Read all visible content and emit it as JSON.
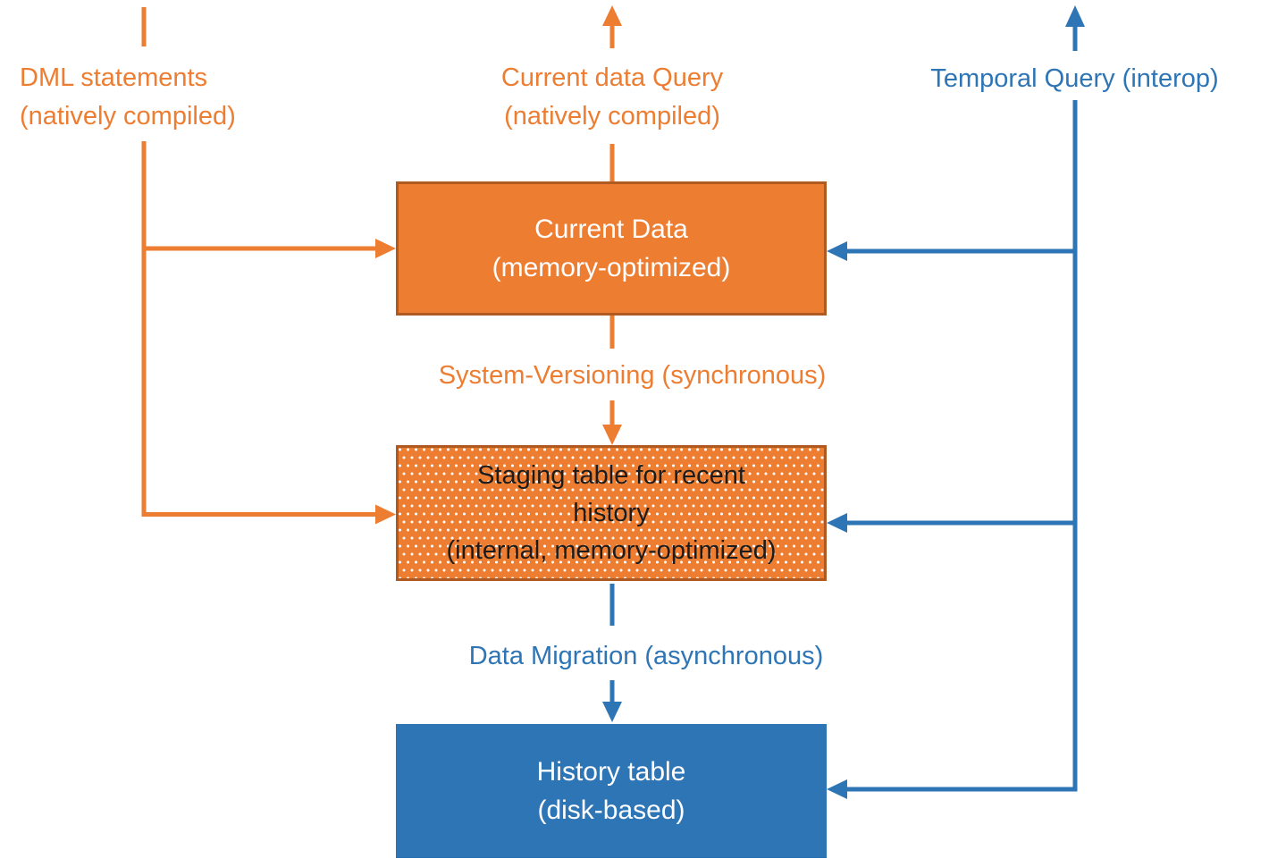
{
  "colors": {
    "orange": "#ED7D31",
    "orange_dark": "#AE5A21",
    "blue": "#2E75B6"
  },
  "labels": {
    "dml": "DML statements\n(natively compiled)",
    "current_query": "Current data Query\n(natively compiled)",
    "temporal_query": "Temporal Query (interop)",
    "system_versioning": "System-Versioning (synchronous)",
    "data_migration": "Data  Migration (asynchronous)"
  },
  "nodes": {
    "current_data": "Current Data\n(memory-optimized)",
    "staging_table": "Staging table for recent\nhistory\n(internal, memory-optimized)",
    "history_table": "History table\n(disk-based)"
  }
}
